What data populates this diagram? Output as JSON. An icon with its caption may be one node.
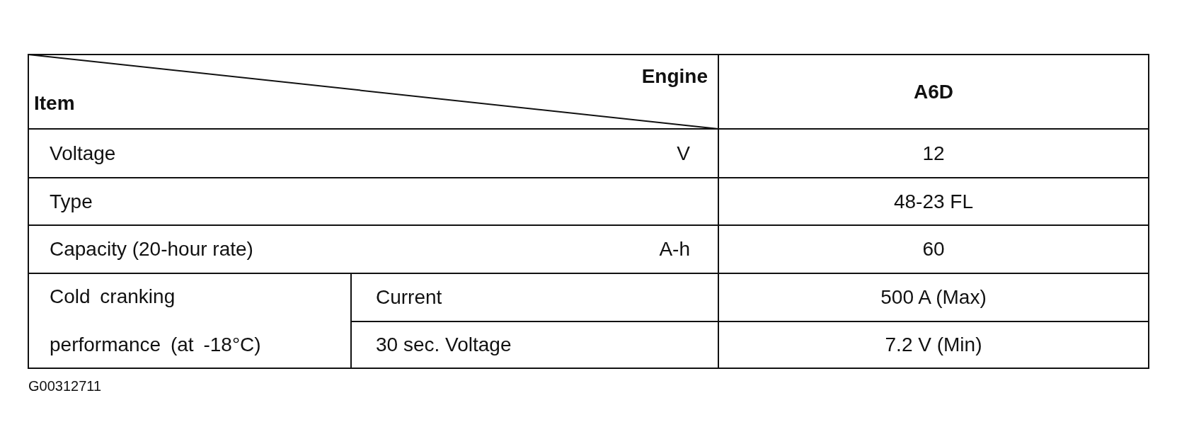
{
  "diagram": {
    "labels": [
      "Engine",
      "Item",
      "A6D",
      "Voltage",
      "V",
      "12",
      "Type",
      "48-23 FL",
      "Capacity (20-hour rate)",
      "A-h",
      "60",
      "Cold cranking performance (at -18°C)",
      "Current",
      "500 A (Max)",
      "30 sec. Voltage",
      "7.2 V (Min)",
      "G00312711"
    ]
  }
}
